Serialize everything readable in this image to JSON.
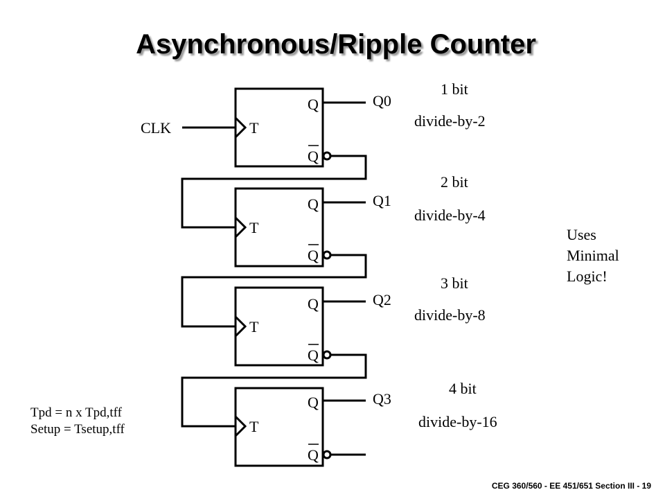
{
  "title": "Asynchronous/Ripple Counter",
  "clock_label": "CLK",
  "flipflops": [
    {
      "input": "T",
      "q": "Q",
      "qbar": "Q",
      "output": "Q0",
      "bits": "1 bit",
      "divide": "divide-by-2"
    },
    {
      "input": "T",
      "q": "Q",
      "qbar": "Q",
      "output": "Q1",
      "bits": "2 bit",
      "divide": "divide-by-4"
    },
    {
      "input": "T",
      "q": "Q",
      "qbar": "Q",
      "output": "Q2",
      "bits": "3 bit",
      "divide": "divide-by-8"
    },
    {
      "input": "T",
      "q": "Q",
      "qbar": "Q",
      "output": "Q3",
      "bits": "4 bit",
      "divide": "divide-by-16"
    }
  ],
  "side_note": [
    "Uses",
    "Minimal",
    "Logic!"
  ],
  "timing": {
    "tpd": "Tpd = n x Tpd,tff",
    "setup": "Setup = Tsetup,tff"
  },
  "footer": "CEG 360/560 - EE 451/651 Section III - 19"
}
